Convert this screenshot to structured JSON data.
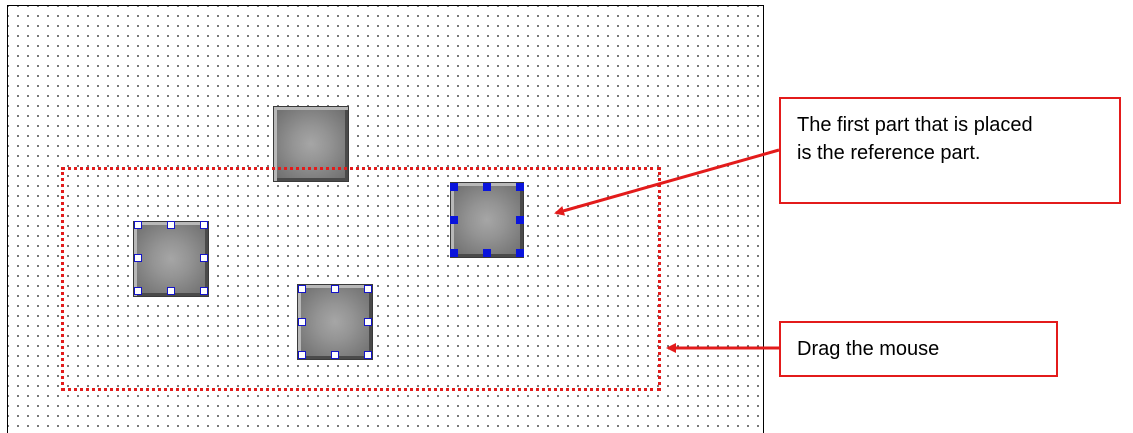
{
  "diagram": {
    "callouts": {
      "reference_part_line1": "The first part that is placed",
      "reference_part_line2": "is the reference part.",
      "drag_mouse": "Drag the mouse"
    },
    "colors": {
      "annotation_red": "#e31b1b",
      "handle_blue": "#0a14dc",
      "part_gray": "#949494"
    },
    "parts": [
      {
        "name": "unselected-part",
        "selected": false
      },
      {
        "name": "reference-part",
        "selected": true,
        "reference": true
      },
      {
        "name": "selected-part-left",
        "selected": true
      },
      {
        "name": "selected-part-bottom",
        "selected": true
      }
    ]
  }
}
